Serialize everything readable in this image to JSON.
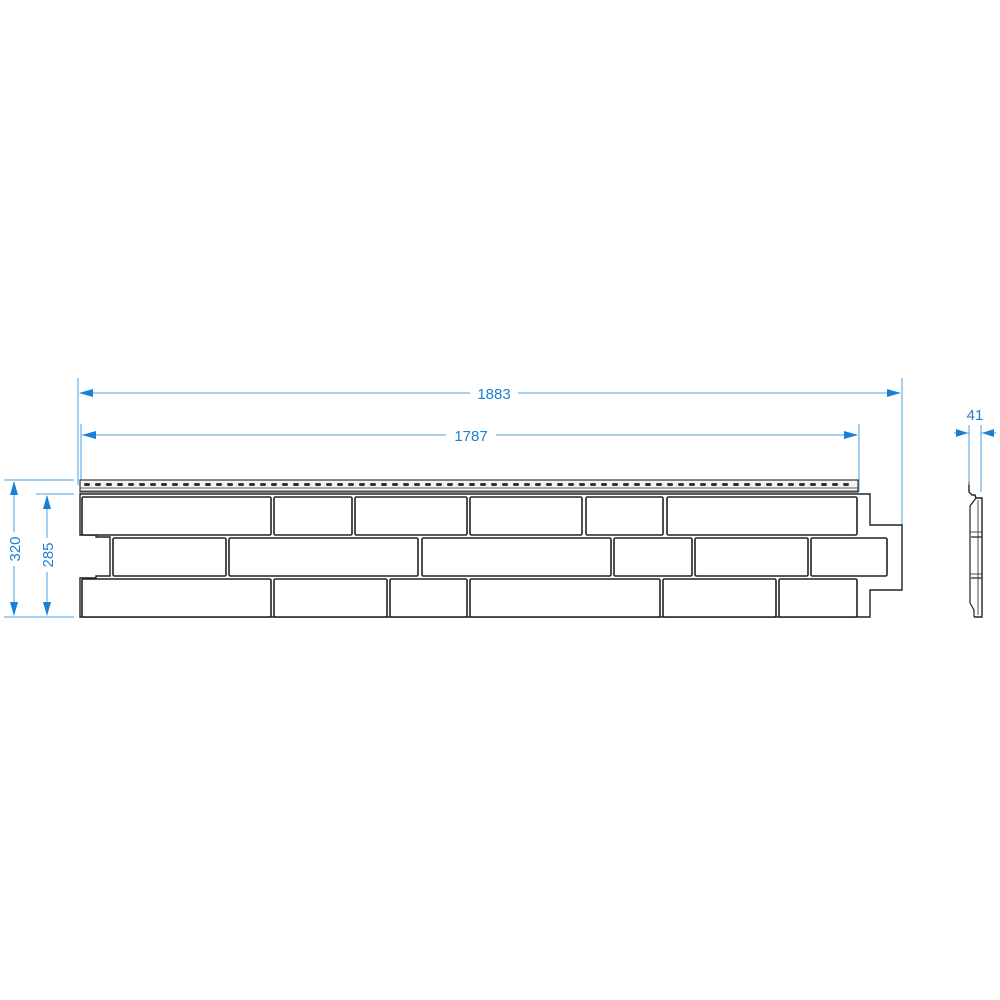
{
  "drawing": {
    "title": "Facade panel technical drawing",
    "colors": {
      "dimension": "#1a7fd6",
      "outline": "#222222",
      "background": "#ffffff"
    },
    "dimensions": {
      "overall_length": "1883",
      "visible_length": "1787",
      "overall_height": "320",
      "visible_height": "285",
      "thickness": "41"
    },
    "rows": [
      {
        "bricks": [
          [
            82,
            271
          ],
          [
            274,
            352
          ],
          [
            355,
            467
          ],
          [
            470,
            582
          ],
          [
            586,
            663
          ],
          [
            667,
            857
          ]
        ]
      },
      {
        "bricks": [
          [
            113,
            226
          ],
          [
            229,
            418
          ],
          [
            422,
            611
          ],
          [
            614,
            692
          ],
          [
            695,
            808
          ],
          [
            811,
            887
          ]
        ]
      },
      {
        "bricks": [
          [
            82,
            271
          ],
          [
            274,
            387
          ],
          [
            390,
            467
          ],
          [
            470,
            660
          ],
          [
            663,
            776
          ],
          [
            779,
            857
          ]
        ]
      }
    ]
  }
}
